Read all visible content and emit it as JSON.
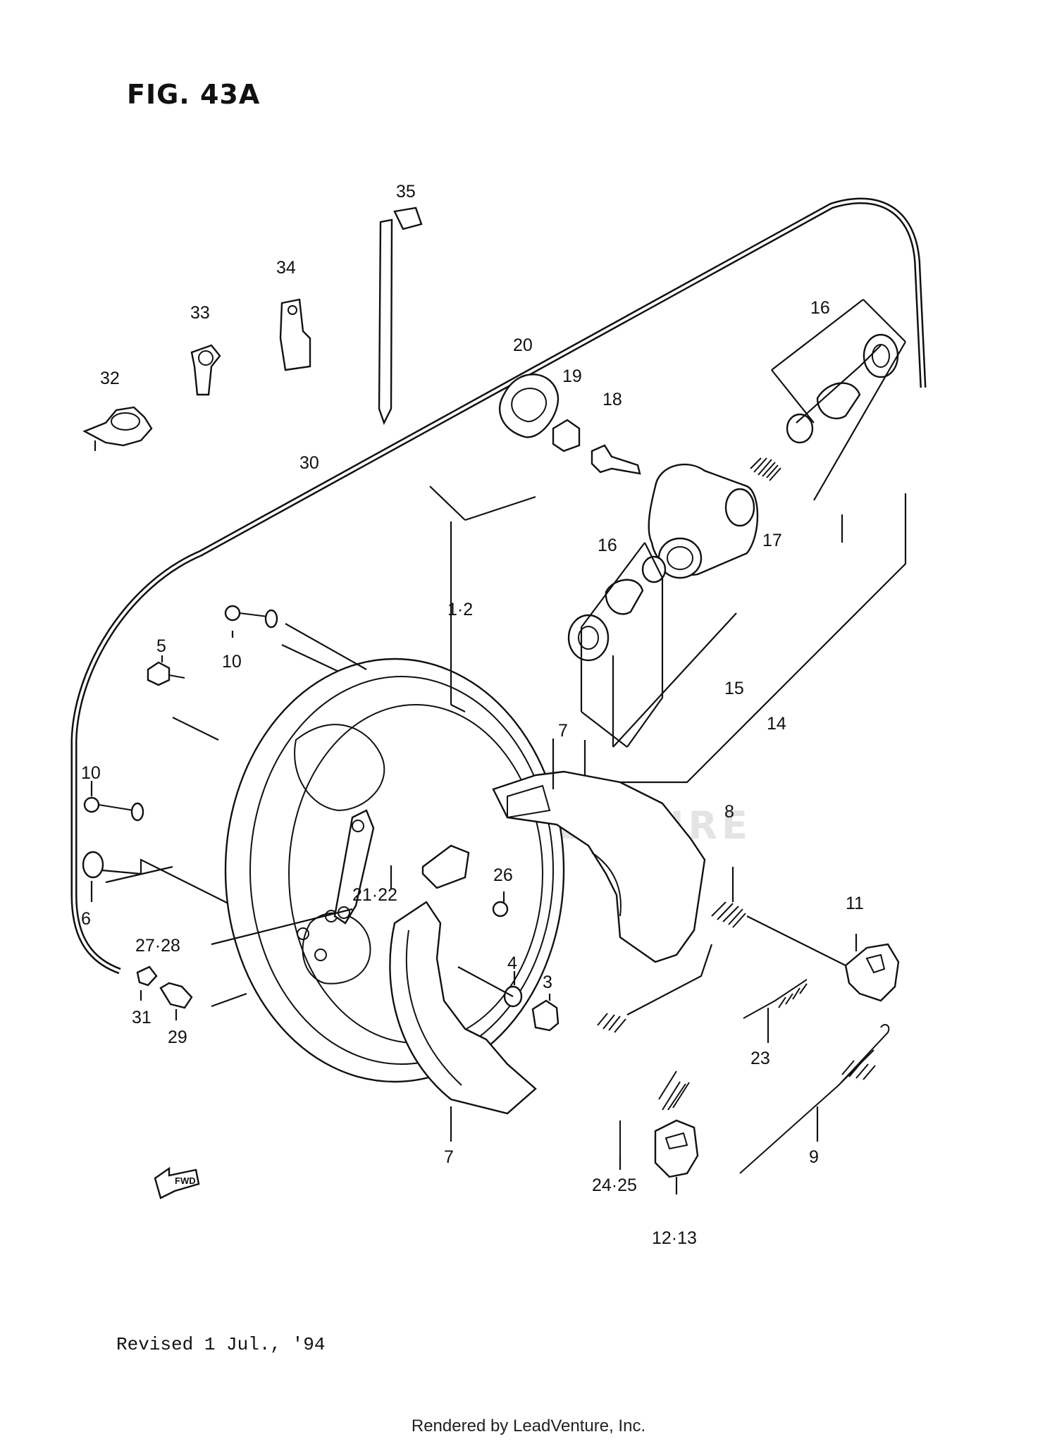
{
  "figure_title": "FIG. 43A",
  "revision_note": "Revised 1 Jul., '94",
  "footer_text": "Rendered by LeadVenture, Inc.",
  "watermark_text": "LEADVENTURE",
  "fwd_label": "FWD",
  "callouts": {
    "c35": "35",
    "c34": "34",
    "c33": "33",
    "c32": "32",
    "c30": "30",
    "c20": "20",
    "c19": "19",
    "c18": "18",
    "c16a": "16",
    "c16b": "16",
    "c17": "17",
    "c15": "15",
    "c14": "14",
    "c1_2": "1·2",
    "c10a": "10",
    "c10b": "10",
    "c5": "5",
    "c6": "6",
    "c7a": "7",
    "c7b": "7",
    "c8": "8",
    "c11": "11",
    "c21_22": "21·22",
    "c26": "26",
    "c27_28": "27·28",
    "c4": "4",
    "c3": "3",
    "c31": "31",
    "c29": "29",
    "c23": "23",
    "c9": "9",
    "c24_25": "24·25",
    "c12_13": "12·13"
  }
}
